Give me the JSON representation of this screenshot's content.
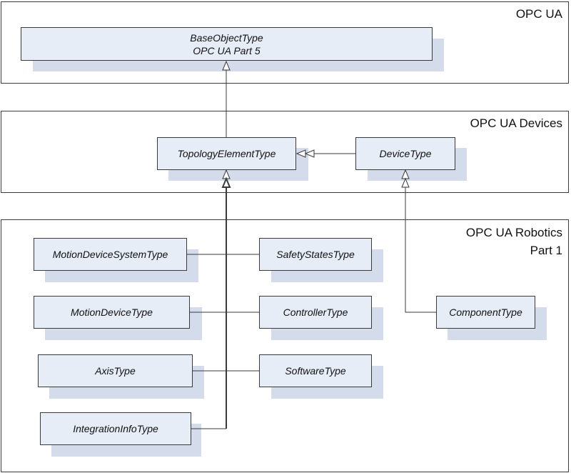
{
  "layers": {
    "opc_ua": {
      "title": "OPC UA"
    },
    "devices": {
      "title": "OPC UA Devices"
    },
    "robotics": {
      "title_line1": "OPC UA Robotics",
      "title_line2": "Part 1"
    }
  },
  "types": {
    "base_object": {
      "line1": "BaseObjectType",
      "line2": "OPC UA Part 5"
    },
    "topology_element": "TopologyElementType",
    "device": "DeviceType",
    "motion_device_system": "MotionDeviceSystemType",
    "safety_states": "SafetyStatesType",
    "motion_device": "MotionDeviceType",
    "controller": "ControllerType",
    "axis": "AxisType",
    "software": "SoftwareType",
    "integration_info": "IntegrationInfoType",
    "component": "ComponentType"
  },
  "colors": {
    "box_fill": "#e6edf7",
    "box_shadow": "#d4dcec",
    "line": "#3a3a3a"
  }
}
